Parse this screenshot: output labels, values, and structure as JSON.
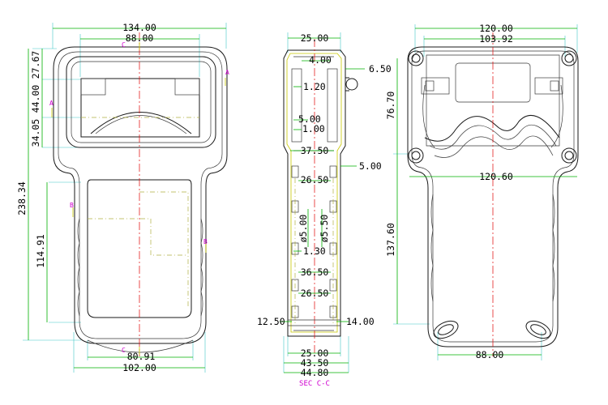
{
  "front_view": {
    "dims": {
      "width_top": "134.00",
      "width_window": "88.00",
      "height_top": "27.67",
      "height_window": "44.00",
      "height_gap": "34.05",
      "height_total": "238.34",
      "height_grip": "114.91",
      "width_bottom_inner": "80.91",
      "width_bottom": "102.00"
    },
    "markers": {
      "a_right": "A",
      "a_left": "A",
      "b_left": "B",
      "b_right": "B",
      "c_top": "C",
      "c_bottom": "C"
    }
  },
  "section_view": {
    "dims": {
      "top_width": "25.00",
      "top_step": "4.00",
      "boss_right": "6.50",
      "wall_a": "1.20",
      "wall_b": "5.00",
      "wall_c": "1.00",
      "rib_a": "37.50",
      "side_step": "5.00",
      "rib_b": "26.50",
      "hole_a": "ø5.00",
      "hole_b": "ø5.50",
      "wall_d": "1.30",
      "rib_c": "36.50",
      "rib_d": "26.50",
      "bottom_left": "12.50",
      "bottom_right": "14.00",
      "bottom_a": "25.00",
      "bottom_b": "43.50",
      "bottom_c": "44.80"
    },
    "label": "SEC C-C"
  },
  "back_view": {
    "dims": {
      "width_top": "120.00",
      "width_inner": "103.92",
      "height_upper": "76.70",
      "width_mid": "120.60",
      "height_lower": "137.60",
      "width_bottom": "88.00"
    }
  }
}
